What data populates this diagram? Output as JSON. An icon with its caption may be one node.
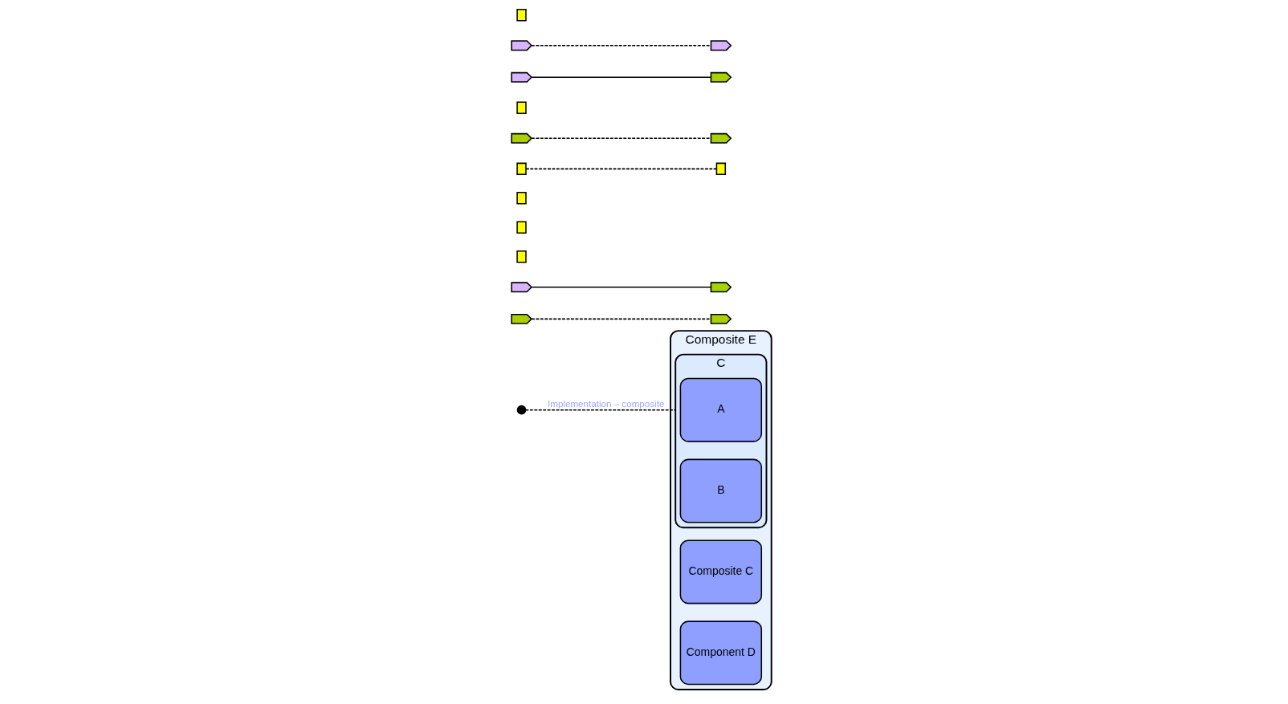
{
  "diagram": {
    "nodes": [
      {
        "text": [
          "Composite E"
        ]
      },
      {
        "text": [],
        "shape": "chevron"
      },
      {
        "text": [
          "Composite C"
        ],
        "in": 0
      },
      {
        "text": [],
        "shape": "chevron"
      },
      {
        "text": [],
        "shape": "chevron"
      },
      {
        "text": [],
        "shape": "box"
      },
      {
        "text": [],
        "shape": "circle"
      },
      {
        "text": [
          "Component D"
        ],
        "in": 0
      },
      {
        "text": [],
        "shape": "chevron"
      },
      {
        "text": [],
        "shape": "box"
      },
      {
        "text": [],
        "shape": "box"
      },
      {
        "text": [
          "C"
        ],
        "in": 0
      },
      {
        "text": [],
        "shape": "box"
      },
      {
        "text": [],
        "shape": "chevron"
      },
      {
        "text": [
          "A"
        ],
        "in": 11
      },
      {
        "text": [],
        "shape": "chevron"
      },
      {
        "text": [],
        "shape": "box"
      },
      {
        "text": [],
        "shape": "box"
      },
      {
        "text": [],
        "shape": "chevron"
      },
      {
        "text": [],
        "shape": "chevron"
      },
      {
        "text": [
          "B"
        ],
        "in": 11
      },
      {
        "text": [],
        "shape": "chevron"
      },
      {
        "text": [],
        "shape": "box"
      },
      {
        "text": [],
        "shape": "chevron"
      }
    ],
    "edges": [
      {
        "from": 1,
        "to": 3,
        "arrow": "none",
        "style": "dashed"
      },
      {
        "from": 4,
        "to": 8,
        "arrow": "none"
      },
      {
        "from": 6,
        "to": 11,
        "arrow": "none",
        "style": "dashed",
        "label": "Implementation – composite"
      },
      {
        "from": 12,
        "to": 17,
        "arrow": "none",
        "style": "dashed"
      },
      {
        "from": 13,
        "to": 15,
        "arrow": "none",
        "style": "dashed"
      },
      {
        "from": 18,
        "to": 21,
        "arrow": "none"
      },
      {
        "from": 19,
        "to": 23,
        "arrow": "none",
        "style": "dashed"
      }
    ]
  }
}
